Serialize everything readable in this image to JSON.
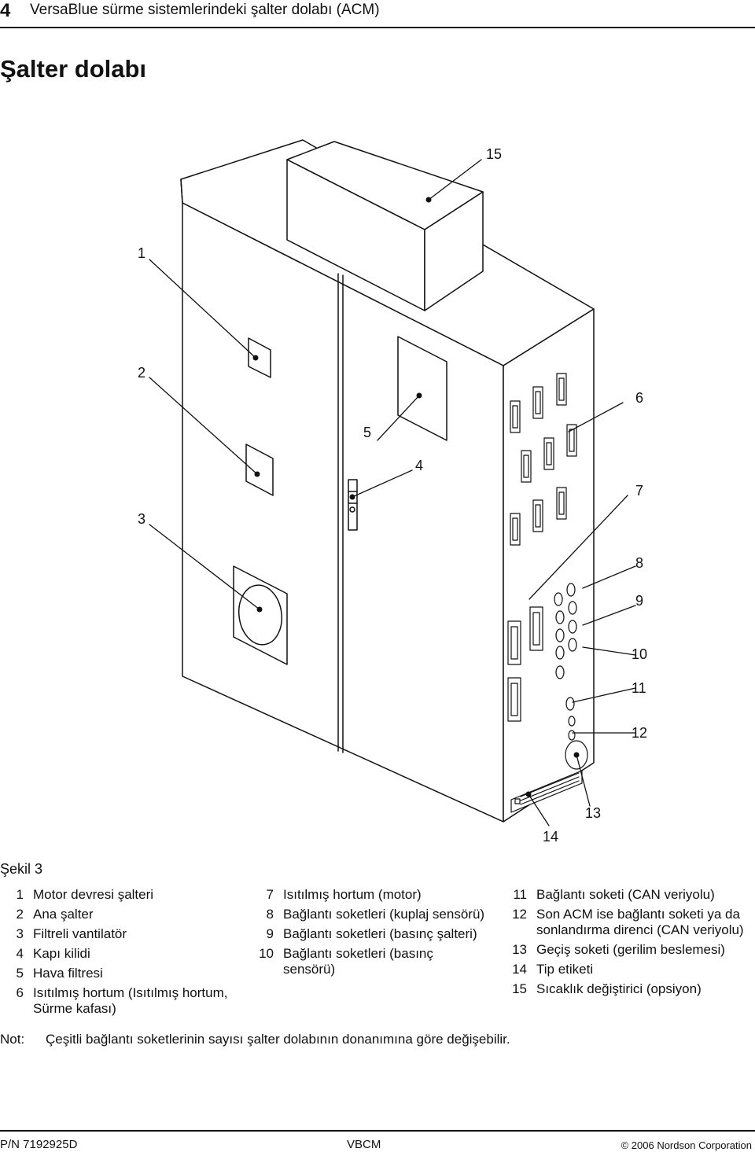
{
  "header": {
    "page_number": "4",
    "title": "VersaBlue sürme sistemlerindeki şalter dolabı (ACM)"
  },
  "section_title": "Şalter dolabı",
  "figure": {
    "caption": "Şekil 3",
    "callouts": [
      "1",
      "2",
      "3",
      "4",
      "5",
      "6",
      "7",
      "8",
      "9",
      "10",
      "11",
      "12",
      "13",
      "14",
      "15"
    ]
  },
  "legend": {
    "col1": [
      {
        "num": "1",
        "text": "Motor devresi şalteri"
      },
      {
        "num": "2",
        "text": "Ana şalter"
      },
      {
        "num": "3",
        "text": "Filtreli vantilatör"
      },
      {
        "num": "4",
        "text": "Kapı kilidi"
      },
      {
        "num": "5",
        "text": "Hava filtresi"
      },
      {
        "num": "6",
        "text": "Isıtılmış hortum (Isıtılmış hortum, Sürme kafası)"
      }
    ],
    "col2": [
      {
        "num": "7",
        "text": "Isıtılmış hortum (motor)"
      },
      {
        "num": "8",
        "text": "Bağlantı soketleri (kuplaj sensörü)"
      },
      {
        "num": "9",
        "text": "Bağlantı soketleri (basınç şalteri)"
      },
      {
        "num": "10",
        "text": "Bağlantı soketleri (basınç sensörü)"
      }
    ],
    "col3": [
      {
        "num": "11",
        "text": "Bağlantı soketi (CAN veriyolu)"
      },
      {
        "num": "12",
        "text": "Son ACM ise bağlantı soketi ya da sonlandırma direnci (CAN veriyolu)"
      },
      {
        "num": "13",
        "text": "Geçiş soketi (gerilim beslemesi)"
      },
      {
        "num": "14",
        "text": "Tip etiketi"
      },
      {
        "num": "15",
        "text": "Sıcaklık değiştirici (opsiyon)"
      }
    ]
  },
  "note": {
    "label": "Not:",
    "text": "Çeşitli bağlantı soketlerinin sayısı şalter dolabının donanımına göre değişebilir."
  },
  "footer": {
    "left": "P/N 7192925D",
    "center": "VBCM",
    "right": "© 2006 Nordson Corporation"
  }
}
